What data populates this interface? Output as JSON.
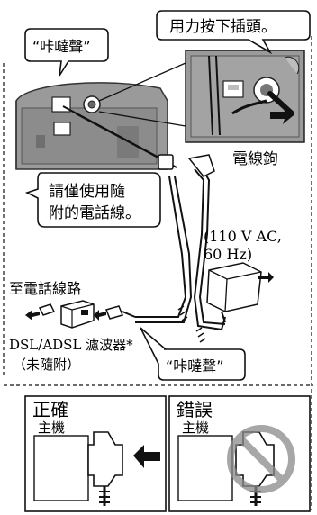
{
  "callouts": {
    "push_plug": "用力按下插頭。",
    "click_top": "“咔噠聲”",
    "use_cord_line1": "請僅使用隨",
    "use_cord_line2": "附的電話線。",
    "click_bottom": "“咔噠聲”"
  },
  "labels": {
    "cord_hook": "電線鉤",
    "power_line1": "(110 V AC,",
    "power_line2": "60 Hz)",
    "to_line": "至電話線路",
    "filter_line1": "DSL/ADSL 濾波器*",
    "filter_line2": "（未隨附）"
  },
  "panels": {
    "correct_title": "正確",
    "correct_unit": "主機",
    "wrong_title": "錯誤",
    "wrong_unit": "主機"
  },
  "icons": [
    "prohibited-icon",
    "arrow-icon"
  ]
}
